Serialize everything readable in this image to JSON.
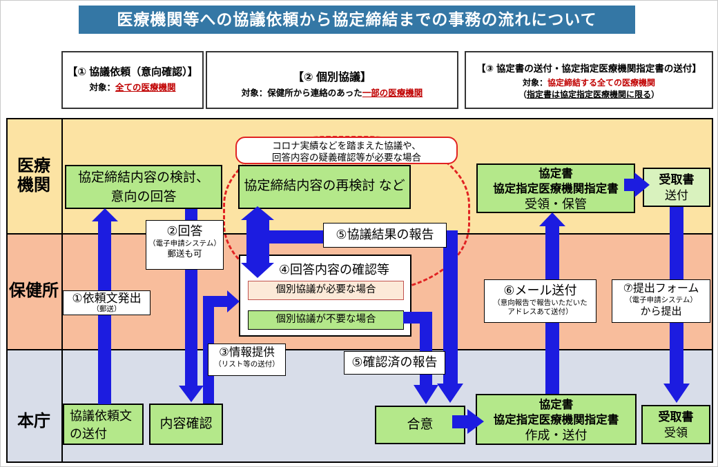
{
  "title": "医療機関等への協議依頼から協定締結までの事務の流れについて",
  "colors": {
    "c-title": "#3477A5",
    "c-lane1": "#FCE3A3",
    "c-lane2": "#F8BD9C",
    "c-lane3": "#D8DDE9",
    "c-green": "#B4E88A",
    "c-green-pale": "#D9F2BE",
    "c-orange": "#FCE9D8",
    "c-arrow": "#1C1CE0",
    "c-dash": "#E02222",
    "c-red": "#C00000"
  },
  "headers": {
    "h1": {
      "line1": "【① 協議依頼（意向確認）】",
      "target_prefix": "対象：",
      "target_red": "全ての医療機関"
    },
    "h2": {
      "line1": "【② 個別協議】",
      "target_prefix": "対象：保健所から連絡のあった",
      "target_red": "一部の医療機関"
    },
    "h3": {
      "line1": "【③ 協定書の送付・協定指定医療機関指定書の送付】",
      "target_prefix": "対象：",
      "target_red": "協定締結する全ての医療機関",
      "note_open": "（",
      "note_underline": "指定書は協定指定医療機関に限る",
      "note_close": "）"
    }
  },
  "lanes": {
    "lane1": "医療機関",
    "lane2": "保健所",
    "lane3": "本庁"
  },
  "boxes": {
    "corona_note": {
      "l1": "コロナ実績などを踏まえた協議や、",
      "l2": "回答内容の疑義確認等が必要な場合"
    },
    "review": {
      "l1": "協定締結内容の検討、",
      "l2": "意向の回答"
    },
    "rereview": {
      "l1": "協定締結内容の再検討 など"
    },
    "receive_keep": {
      "l1": "協定書",
      "l2": "協定指定医療機関指定書",
      "l3": "受領・保管"
    },
    "receipt_send": {
      "l1": "受取書",
      "l2": "送付"
    },
    "check4": {
      "title": "④回答内容の確認等",
      "need": "個別協議が必要な場合",
      "noneed": "個別協議が不要な場合"
    },
    "request_send": {
      "l1": "協議依頼文",
      "l2": "の送付"
    },
    "content_check": {
      "l1": "内容確認"
    },
    "agree": {
      "l1": "合意"
    },
    "create_send": {
      "l1": "協定書",
      "l2": "協定指定医療機関指定書",
      "l3": "作成・送付"
    },
    "receipt_receive": {
      "l1": "受取書",
      "l2": "受領"
    }
  },
  "labels": {
    "step1": {
      "l1": "①依頼文発出",
      "l2": "（郵送）"
    },
    "step2": {
      "l1": "②回答",
      "l2": "（電子申請システム）",
      "l3": "郵送も可"
    },
    "step3": {
      "l1": "③情報提供",
      "l2": "（リスト等の送付）"
    },
    "step5a": {
      "l1": "⑤協議結果の報告"
    },
    "step5b": {
      "l1": "⑤確認済の報告"
    },
    "step6": {
      "l1": "⑥メール送付",
      "l2": "（意向報告で報告いただいた",
      "l3": "アドレスあて送付）"
    },
    "step7": {
      "l1": "⑦提出フォーム",
      "l2": "（電子申請システム）",
      "l3": "から提出"
    }
  }
}
